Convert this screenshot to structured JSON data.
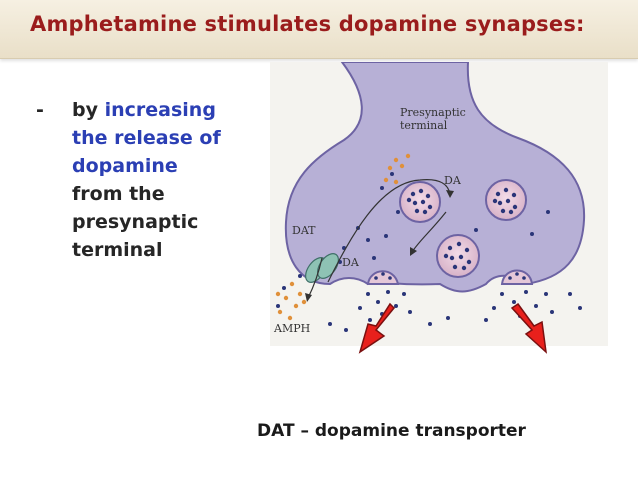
{
  "slide": {
    "title": "Amphetamine stimulates dopamine synapses:",
    "bullet": {
      "dash": "-",
      "line1_plain": "by ",
      "line1_highlight": "increasing",
      "line2": "the release of",
      "line3": "dopamine",
      "line4": "from the",
      "line5": "presynaptic",
      "line6": "terminal"
    },
    "caption": "DAT – dopamine transporter"
  },
  "diagram": {
    "labels": {
      "presynaptic_line1": "Presynaptic",
      "presynaptic_line2": "terminal",
      "da_vesicle": "DA",
      "da_transporter": "DA",
      "dat": "DAT",
      "amph": "AMPH"
    },
    "colors": {
      "terminal_fill": "#b7b0d6",
      "terminal_stroke": "#6d63a3",
      "vesicle_dots": "#2a3578",
      "amph_dots": "#e0903a",
      "transporter": "#8ec2b4",
      "arrow_red": "#e8201c",
      "arrow_outline": "#7a1010"
    }
  }
}
